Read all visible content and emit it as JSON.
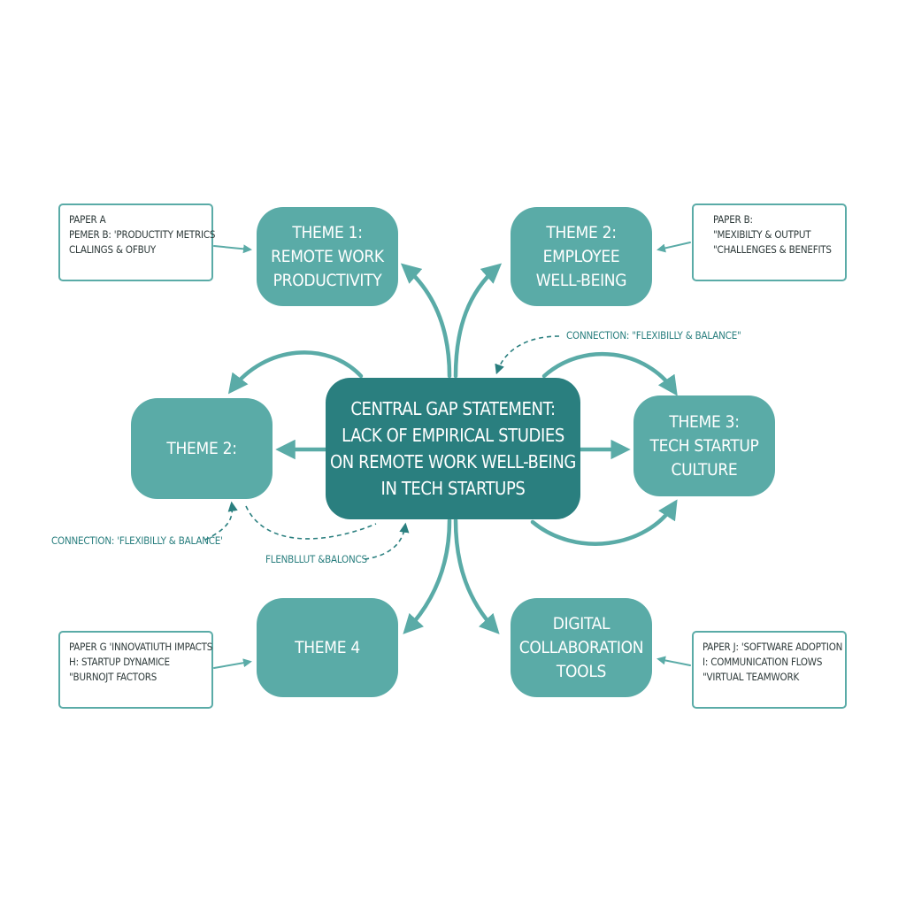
{
  "central": {
    "lines": [
      "CENTRAL GAP STATEMENT:",
      "LACK OF EMPIRICAL STUDIES",
      "ON REMOTE WORK WELL-BEING",
      "IN TECH STARTUPS"
    ]
  },
  "themes": {
    "top_left": [
      "THEME 1:",
      "REMOTE WORK",
      "PRODUCTIVITY"
    ],
    "top_right": [
      "THEME 2:",
      "EMPLOYEE",
      "WELL-BEING"
    ],
    "mid_left": [
      "THEME 2:"
    ],
    "mid_right": [
      "THEME 3:",
      "TECH STARTUP",
      "CULTURE"
    ],
    "bottom_left": [
      "THEME 4"
    ],
    "bottom_right": [
      "DIGITAL",
      "COLLABORATION",
      "TOOLS"
    ]
  },
  "papers": {
    "top_left": [
      "PAPER A",
      "PEMER B: 'PRODUCTITY METRICS",
      "CLALINGS & OFBUY"
    ],
    "top_right": [
      "PAPER B:",
      "\"MEXIBILTY & OUTPUT",
      "\"CHALLENGES & BENEFITS"
    ],
    "bottom_left": [
      "PAPER G 'INNOVATIUTH IMPACTS",
      "H: STARTUP DYNAMICE",
      "\"BURNOJT FACTORS"
    ],
    "bottom_right": [
      "PAPER J: 'SOFTWARE ADOPTION",
      "I: COMMUNICATION FLOWS",
      "\"VIRTUAL TEAMWORK"
    ]
  },
  "connections": {
    "top_right": "CONNECTION: \"FLEXIBILLY & BALANCE\"",
    "left": "CONNECTION: 'FLEXIBILLY & BALANCE'",
    "bottom": "FLENBLLUT &BALONCS"
  },
  "colors": {
    "theme_fill": "#5aaba7",
    "central_fill": "#2a7f7f",
    "arrow": "#5aaba7",
    "paper_border": "#5aaba7",
    "connection_text": "#2a7f7f"
  }
}
